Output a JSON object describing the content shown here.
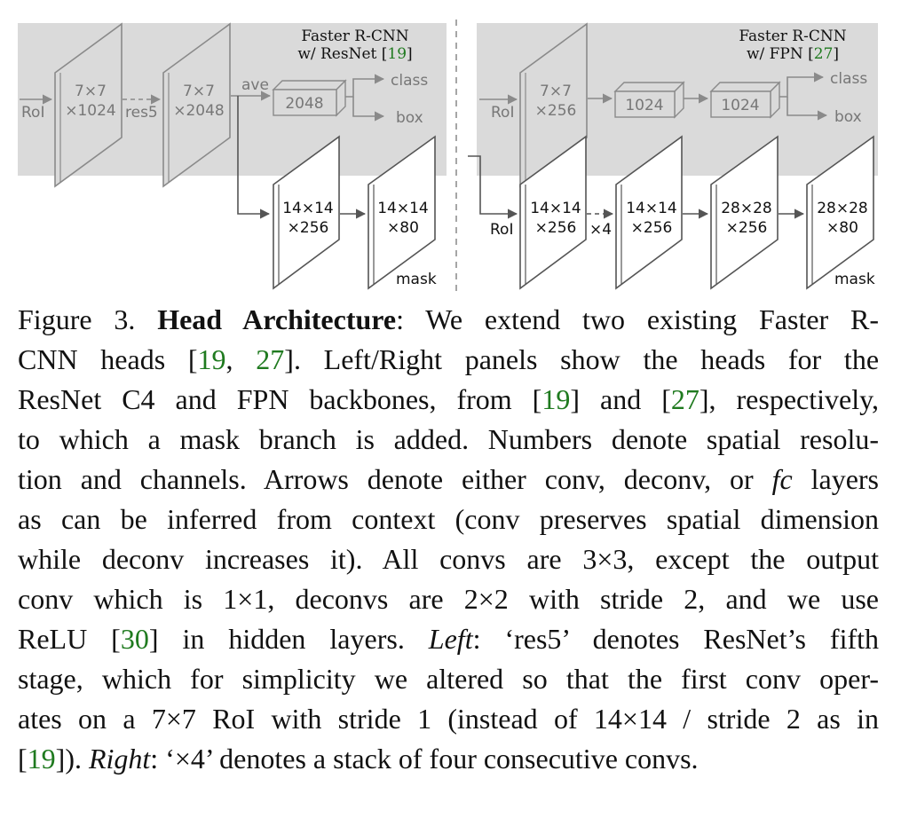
{
  "left_panel": {
    "title_line1": "Faster R-CNN",
    "title_line2_prefix": "w/ ResNet [",
    "title_ref": "19",
    "title_line2_suffix": "]",
    "roi_label": "RoI",
    "block1": [
      "7×7",
      "×1024"
    ],
    "res5_label": "res5",
    "block2": [
      "7×7",
      "×2048"
    ],
    "ave_label": "ave",
    "fc_box": "2048",
    "class_label": "class",
    "box_label": "box",
    "mask_block1": [
      "14×14",
      "×256"
    ],
    "mask_block2": [
      "14×14",
      "×80"
    ],
    "mask_label": "mask"
  },
  "right_panel": {
    "title_line1": "Faster R-CNN",
    "title_line2_prefix": "w/ FPN [",
    "title_ref": "27",
    "title_line2_suffix": "]",
    "roi_label": "RoI",
    "block1": [
      "7×7",
      "×256"
    ],
    "fc_box1": "1024",
    "fc_box2": "1024",
    "class_label": "class",
    "box_label": "box",
    "roi_label2": "RoI",
    "mask_block1": [
      "14×14",
      "×256"
    ],
    "x4_label": "×4",
    "mask_block2": [
      "14×14",
      "×256"
    ],
    "mask_block3": [
      "28×28",
      "×256"
    ],
    "mask_block4": [
      "28×28",
      "×80"
    ],
    "mask_label": "mask"
  },
  "caption": {
    "l1_fig": "Figure 3.",
    "l1_bold": "Head Architecture",
    "l1_rest": ": We extend two existing Faster R-",
    "l2_a": "CNN heads [",
    "l2_ref1": "19",
    "l2_b": ", ",
    "l2_ref2": "27",
    "l2_c": "].  Left/Right panels show the heads for the",
    "l3_a": "ResNet C4 and FPN backbones, from [",
    "l3_ref1": "19",
    "l3_b": "] and [",
    "l3_ref2": "27",
    "l3_c": "], respectively,",
    "l4": "to which a mask branch is added. Numbers denote spatial resolu-",
    "l5_a": "tion and channels. Arrows denote either conv, deconv, or ",
    "l5_fc": "fc",
    "l5_b": " layers",
    "l6": "as can be inferred from context (conv preserves spatial dimension",
    "l7": "while deconv increases it).  All convs are 3×3, except the output",
    "l8": "conv which is 1×1, deconvs are 2×2 with stride 2, and we use",
    "l9_a": "ReLU [",
    "l9_ref": "30",
    "l9_b": "] in hidden layers.  ",
    "l9_left": "Left",
    "l9_c": ": ‘res5’ denotes ResNet’s fifth",
    "l10": "stage, which for simplicity we altered so that the first conv oper-",
    "l11": "ates on a 7×7 RoI with stride 1 (instead of 14×14 / stride 2 as in",
    "l12_a": "[",
    "l12_ref": "19",
    "l12_b": "]). ",
    "l12_right": "Right",
    "l12_c": ": ‘×4’ denotes a stack of four consecutive convs."
  },
  "colors": {
    "panel_bg": "#dadada",
    "gray_line": "#8a8a8a",
    "ref_green": "#1f7a1f"
  }
}
